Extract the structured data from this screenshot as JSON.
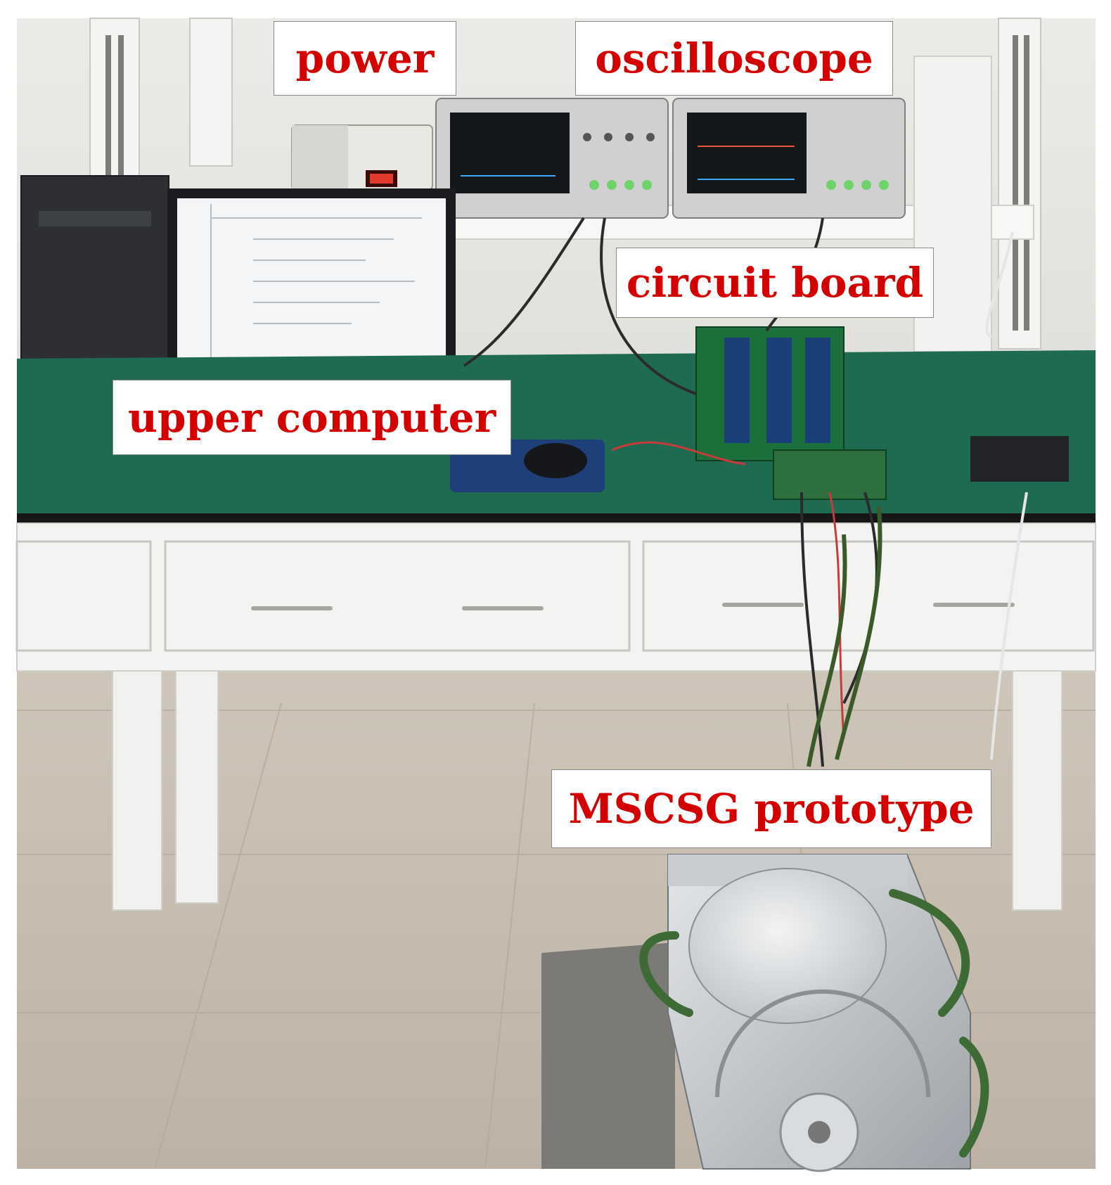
{
  "labels": {
    "power": "power",
    "oscilloscope": "oscilloscope",
    "circuit_board": "circuit board",
    "upper_computer": "upper computer",
    "prototype": "MSCSG prototype"
  },
  "colors": {
    "label_text": "#d40000",
    "label_bg": "#ffffff",
    "bench_top": "#1f6b52",
    "floor": "#c9bfb3",
    "wall": "#e7e6e2"
  }
}
